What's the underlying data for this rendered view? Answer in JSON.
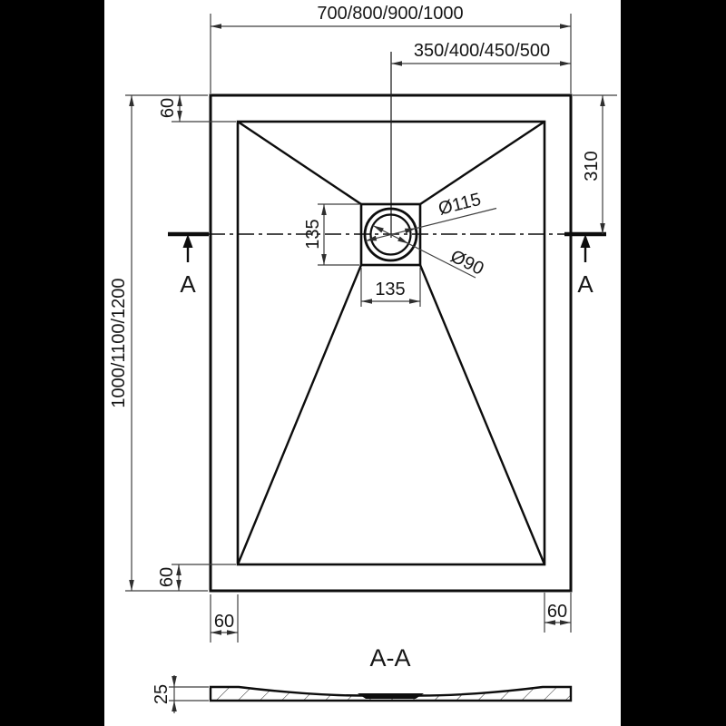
{
  "plan_view": {
    "overall_width_options": "700/800/900/1000",
    "drain_offset_x_options": "350/400/450/500",
    "overall_length_options": "1000/1100/1200",
    "rim_top": "60",
    "rim_bottom_left_vertical": "60",
    "rim_bottom_left_horizontal": "60",
    "rim_bottom_right_horizontal": "60",
    "drain_offset_y": "310",
    "drain_plate_height": "135",
    "drain_plate_width": "135",
    "drain_outer_diameter": "Ø115",
    "drain_inner_diameter": "Ø90",
    "section_marker_left": "A",
    "section_marker_right": "A"
  },
  "section_view": {
    "title": "A-A",
    "thickness": "25"
  },
  "colors": {
    "background": "#000000",
    "paper": "#ffffff",
    "outline": "#111111",
    "dimension": "#3f3f3f"
  }
}
